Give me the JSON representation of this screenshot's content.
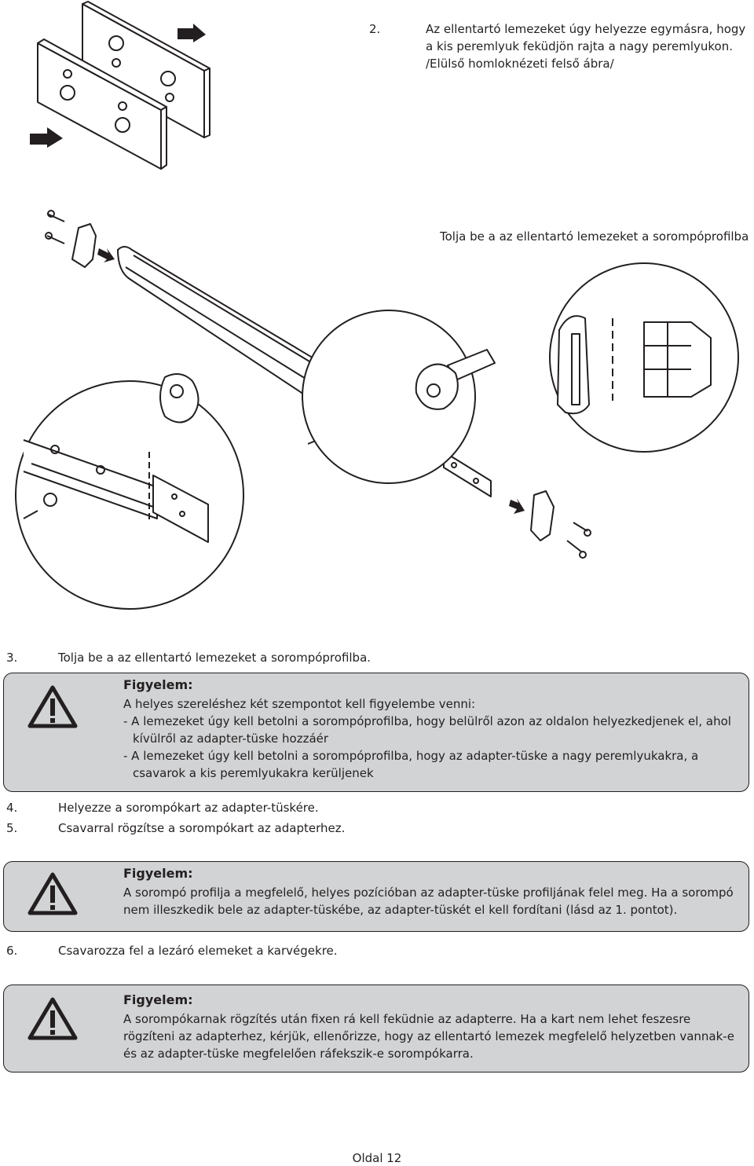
{
  "step2": {
    "number": "2.",
    "text": "Az ellentartó lemezeket úgy helyezze egymásra, hogy a kis peremlyuk feküdjön rajta a nagy peremlyukon. /Elülső homloknézeti felső ábra/"
  },
  "caption_push": "Tolja be a az ellentartó lemezeket a sorompóprofilba",
  "step3": {
    "number": "3.",
    "text": "Tolja be a az ellentartó lemezeket a sorompóprofilba."
  },
  "warning1": {
    "heading": "Figyelem:",
    "intro": "A helyes szereléshez két szempontot kell figyelembe venni:",
    "items": [
      "- A lemezeket úgy kell betolni a sorompóprofilba, hogy belülről azon az oldalon helyezkedjenek el, ahol kívülről az adapter-tüske hozzáér",
      "- A lemezeket úgy kell betolni a sorompóprofilba, hogy az adapter-tüske a nagy peremlyukakra, a csavarok a kis peremlyukakra kerüljenek"
    ]
  },
  "step4": {
    "number": "4.",
    "text": "Helyezze a sorompókart az adapter-tüskére."
  },
  "step5": {
    "number": "5.",
    "text": "Csavarral rögzítse a sorompókart az adapterhez."
  },
  "warning2": {
    "heading": "Figyelem:",
    "text": "A sorompó profilja a megfelelő, helyes pozícióban az adapter-tüske profiljának felel meg. Ha a sorompó nem illeszkedik bele az adapter-tüskébe, az adapter-tüskét el kell fordítani (lásd az 1. pontot)."
  },
  "step6": {
    "number": "6.",
    "text": "Csavarozza fel a lezáró elemeket a karvégekre."
  },
  "warning3": {
    "heading": "Figyelem:",
    "text": "A sorompókarnak rögzítés után fixen rá kell feküdnie az adapterre. Ha a kart nem lehet feszesre rögzíteni az adapterhez, kérjük, ellenőrizze, hogy az ellentartó lemezek megfelelő helyzetben vannak-e és az adapter-tüske megfelelően ráfekszik-e sorompókarra."
  },
  "footer": "Oldal 12",
  "colors": {
    "box_fill": "#d1d3d4",
    "ink": "#231f20"
  },
  "icons": [
    "warning-triangle-icon",
    "push-arrow-icon"
  ]
}
